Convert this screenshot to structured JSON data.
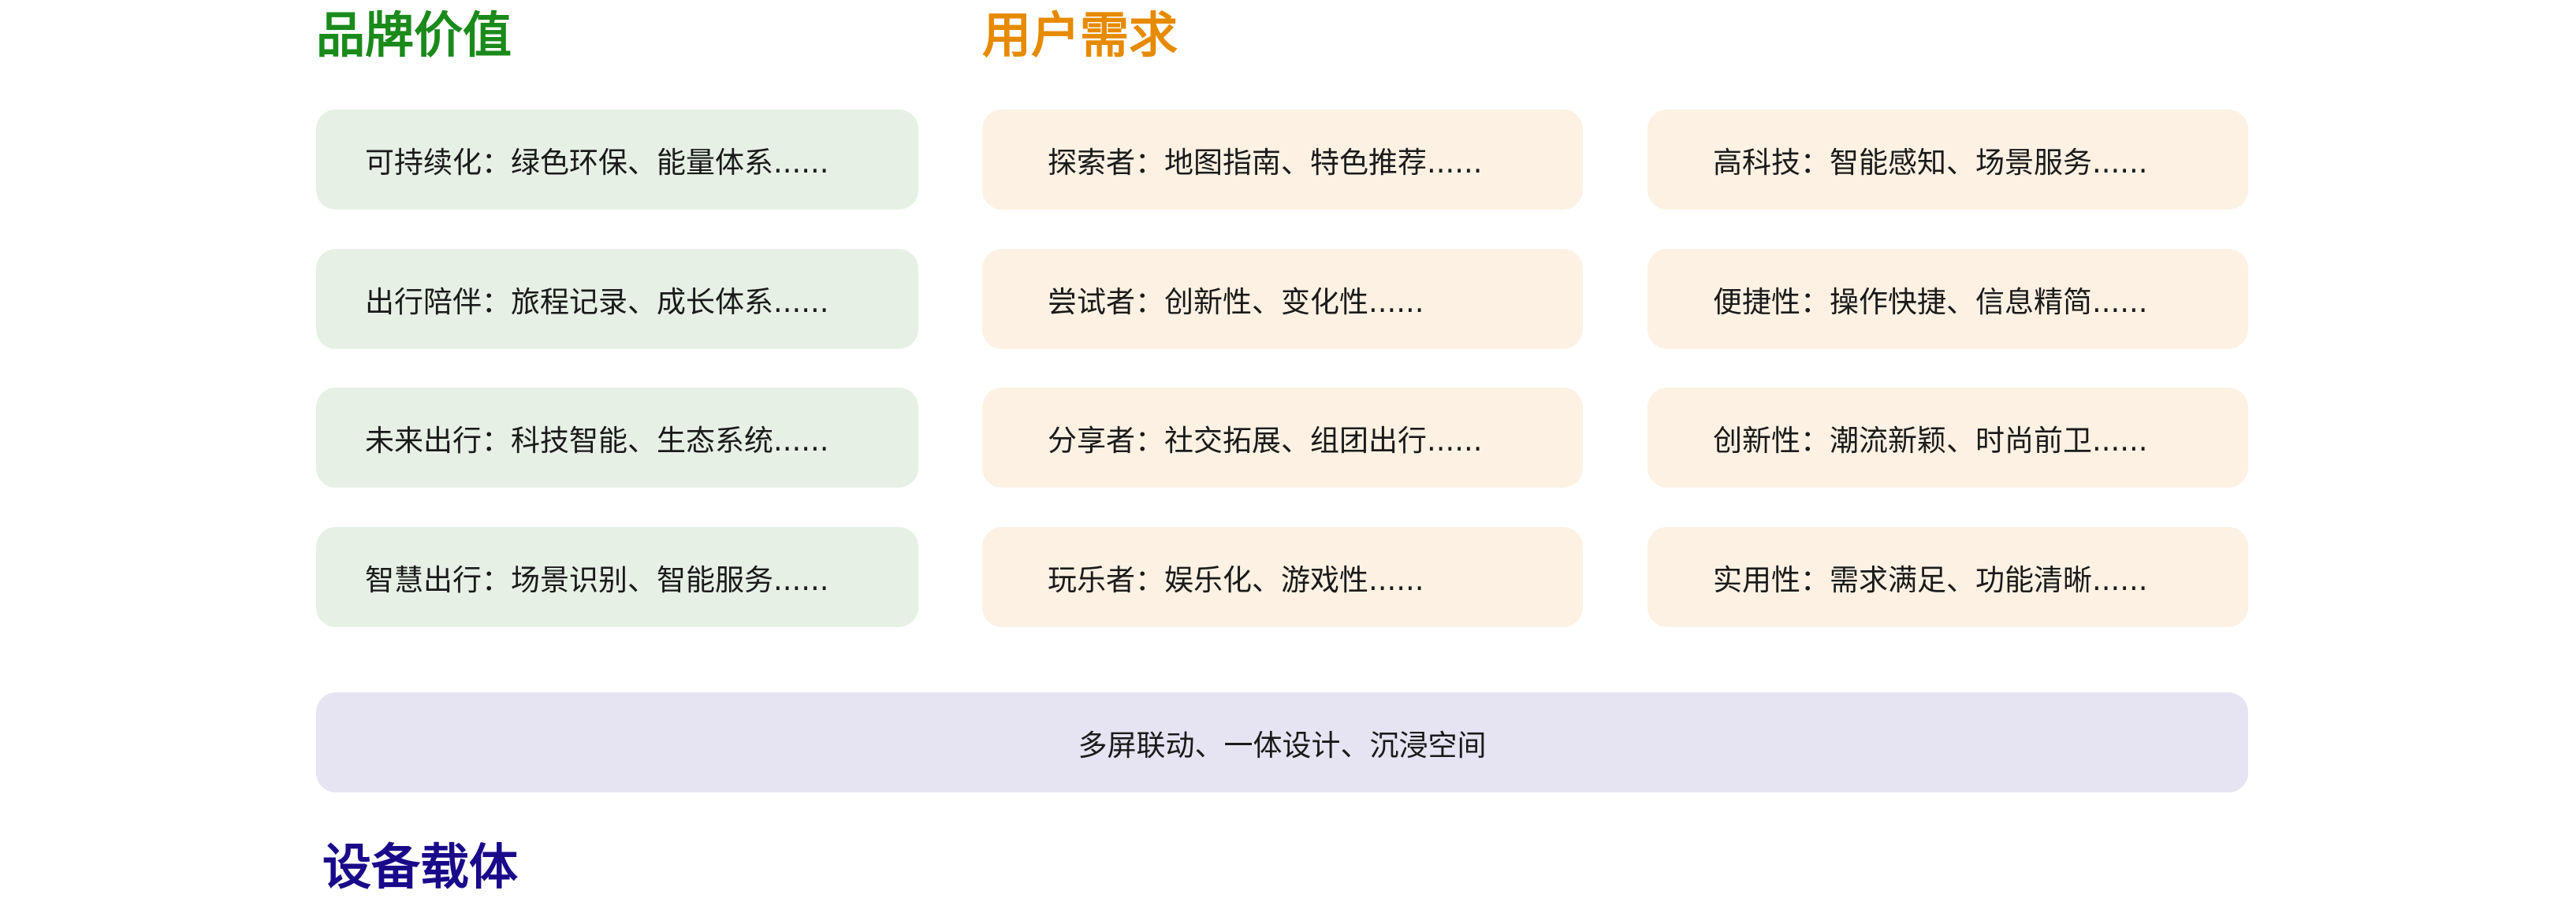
{
  "headings": {
    "brand": "品牌价值",
    "user": "用户需求",
    "device": "设备载体"
  },
  "colors": {
    "brand": "#1a8a1a",
    "user": "#e68a00",
    "device": "#1a0a8a"
  },
  "brand_items": [
    "可持续化：绿色环保、能量体系......",
    "出行陪伴：旅程记录、成长体系......",
    "未来出行：科技智能、生态系统......",
    "智慧出行：场景识别、智能服务......"
  ],
  "user_types": [
    "探索者：地图指南、特色推荐......",
    "尝试者：创新性、变化性......",
    "分享者：社交拓展、组团出行......",
    "玩乐者：娱乐化、游戏性......"
  ],
  "user_needs": [
    "高科技：智能感知、场景服务......",
    "便捷性：操作快捷、信息精简......",
    "创新性：潮流新颖、时尚前卫......",
    "实用性：需求满足、功能清晰......"
  ],
  "device_bar": "多屏联动、一体设计、沉浸空间"
}
